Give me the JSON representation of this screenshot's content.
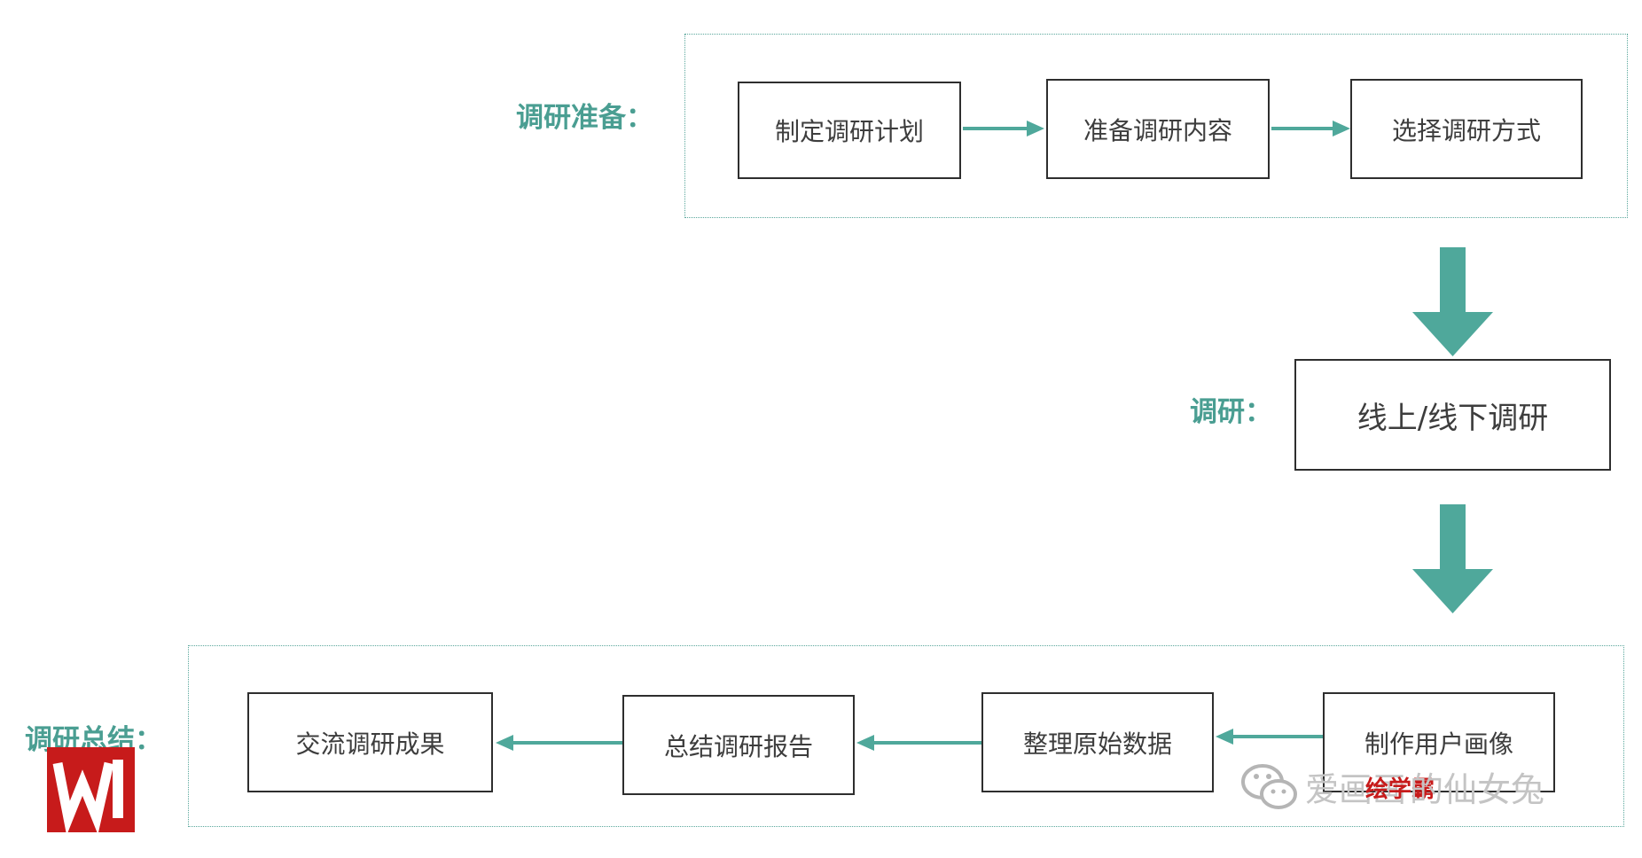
{
  "colors": {
    "accent": "#4a9e92",
    "box_border": "#2e2e2e",
    "box_text": "#3d3d3d",
    "logo_red": "#c71b1b"
  },
  "sections": {
    "prep": {
      "label": "调研准备：",
      "steps": [
        "制定调研计划",
        "准备调研内容",
        "选择调研方式"
      ]
    },
    "research": {
      "label": "调研：",
      "step": "线上/线下调研"
    },
    "summary": {
      "label": "调研总结：",
      "steps": [
        "制作用户画像",
        "整理原始数据",
        "总结调研报告",
        "交流调研成果"
      ]
    }
  },
  "watermark": {
    "icon": "wechat-icon",
    "text_pre": "爱画画",
    "text_post": "的仙女兔",
    "stamp": "绘学霸"
  },
  "logo": {
    "icon": "w-logo-icon"
  }
}
